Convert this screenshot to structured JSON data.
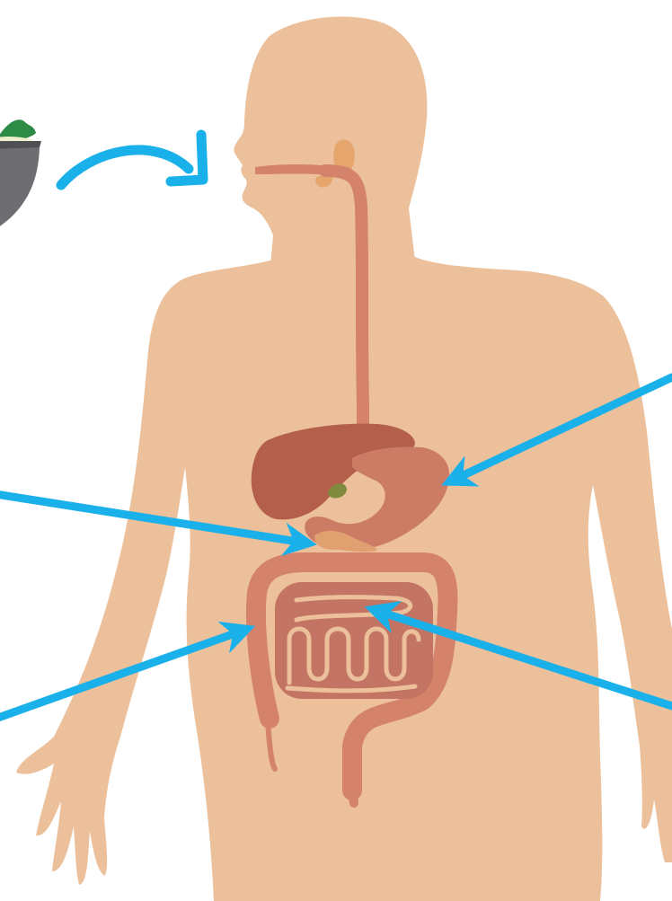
{
  "colors": {
    "background": "#ffffff",
    "skin": "#ebc09b",
    "tract": "#d5826b",
    "tract_dark": "#c47462",
    "liver": "#b35f4b",
    "stomach": "#cc7b65",
    "pancreas": "#e0a070",
    "gallbladder": "#7f8a3c",
    "salivary_gland": "#e6a56c",
    "arrow": "#1ab0ea",
    "bowl": "#6e6e72",
    "bowl_rim": "#4f5054",
    "food": "#eef0cc",
    "greens": "#2e8b45"
  },
  "icons": {
    "food": "food-bowl-icon",
    "flow_arrow": "curved-arrow-icon",
    "pointer": "pointer-arrow-icon"
  },
  "organs": [
    "mouth",
    "salivary-gland",
    "esophagus",
    "liver",
    "gallbladder",
    "stomach",
    "pancreas",
    "small-intestine",
    "large-intestine",
    "rectum"
  ]
}
